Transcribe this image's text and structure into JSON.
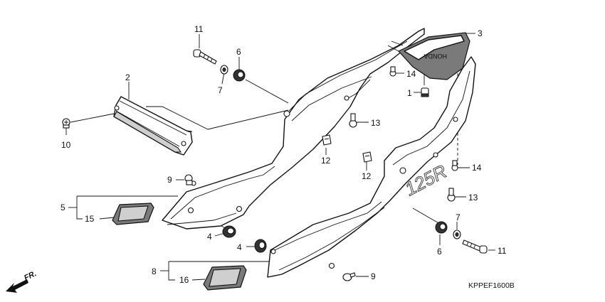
{
  "diagram": {
    "callouts": {
      "c1": "1",
      "c2": "2",
      "c3": "3",
      "c4a": "4",
      "c4b": "4",
      "c5": "5",
      "c6a": "6",
      "c6b": "6",
      "c7a": "7",
      "c7b": "7",
      "c8": "8",
      "c9a": "9",
      "c9b": "9",
      "c10": "10",
      "c11a": "11",
      "c11b": "11",
      "c12a": "12",
      "c12b": "12",
      "c13a": "13",
      "c13b": "13",
      "c14a": "14",
      "c14b": "14",
      "c15": "15",
      "c16": "16"
    },
    "brand_emboss": "HONDA",
    "model_emboss": "125R",
    "front_arrow_label": "FR.",
    "diagram_code": "KPPEF1600B",
    "colors": {
      "line": "#111111",
      "shade": "#7a7a7a",
      "background": "#ffffff"
    }
  }
}
